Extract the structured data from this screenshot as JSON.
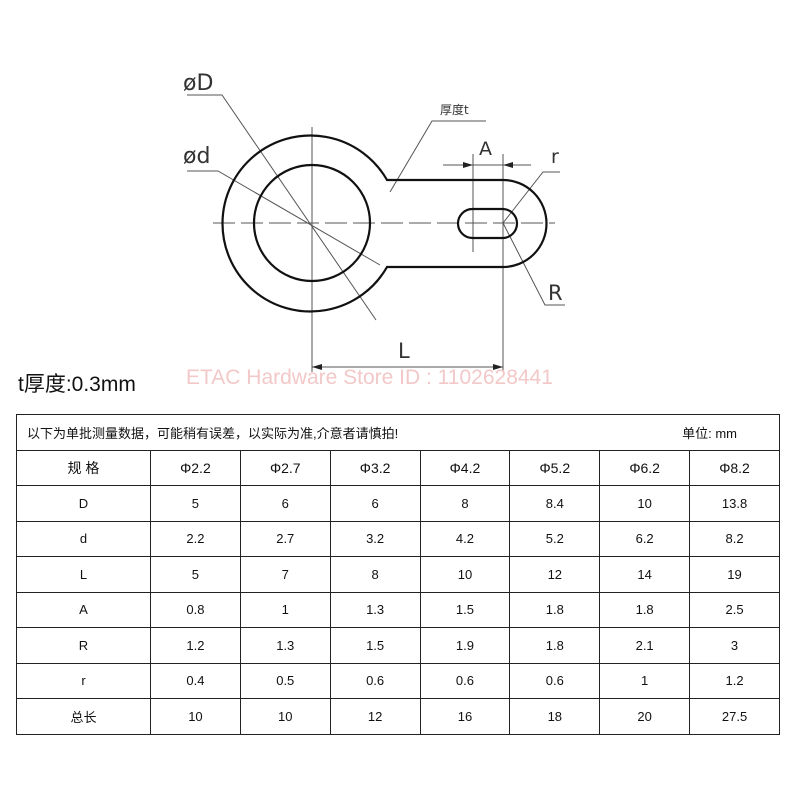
{
  "drawing": {
    "labels": {
      "outer_diameter": "øD",
      "inner_diameter": "ød",
      "thickness": "厚度t",
      "slot_width": "A",
      "slot_radius": "r",
      "tab_radius": "R",
      "length": "L"
    }
  },
  "thickness_note": "t厚度:0.3mm",
  "watermark": "ETAC Hardware Store ID : 1102628441",
  "table": {
    "note": "以下为单批测量数据，可能稍有误差，以实际为准,介意者请慎拍!",
    "unit": "单位:  mm",
    "header": [
      "规 格",
      "Φ2.2",
      "Φ2.7",
      "Φ3.2",
      "Φ4.2",
      "Φ5.2",
      "Φ6.2",
      "Φ8.2"
    ],
    "rows": [
      [
        "D",
        "5",
        "6",
        "6",
        "8",
        "8.4",
        "10",
        "13.8"
      ],
      [
        "d",
        "2.2",
        "2.7",
        "3.2",
        "4.2",
        "5.2",
        "6.2",
        "8.2"
      ],
      [
        "L",
        "5",
        "7",
        "8",
        "10",
        "12",
        "14",
        "19"
      ],
      [
        "A",
        "0.8",
        "1",
        "1.3",
        "1.5",
        "1.8",
        "1.8",
        "2.5"
      ],
      [
        "R",
        "1.2",
        "1.3",
        "1.5",
        "1.9",
        "1.8",
        "2.1",
        "3"
      ],
      [
        "r",
        "0.4",
        "0.5",
        "0.6",
        "0.6",
        "0.6",
        "1",
        "1.2"
      ],
      [
        "总长",
        "10",
        "10",
        "12",
        "16",
        "18",
        "20",
        "27.5"
      ]
    ]
  }
}
